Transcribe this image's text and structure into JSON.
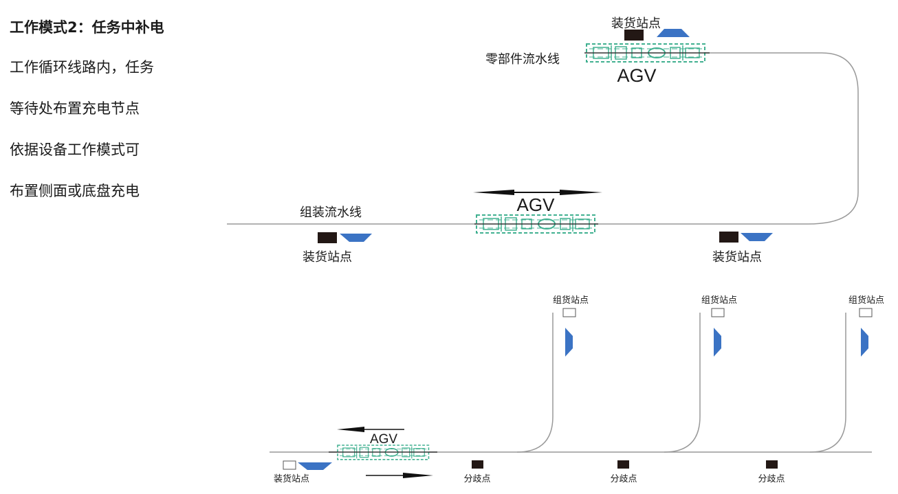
{
  "sidebar": {
    "title": "工作模式2：任务中补电",
    "lines": [
      "工作循环线路内，任务",
      "等待处布置充电节点",
      "依据设备工作模式可",
      "布置侧面或底盘充电"
    ]
  },
  "diagram1": {
    "top_station": "装货站点",
    "top_line": "零部件流水线",
    "top_agv": "AGV",
    "bottom_line": "组装流水线",
    "bottom_agv": "AGV",
    "left_station": "装货站点",
    "right_station": "装货站点"
  },
  "diagram2": {
    "agv": "AGV",
    "start_station": "装货站点",
    "branch_stations": [
      "组货站点",
      "组货站点",
      "组货站点"
    ],
    "branch_points": [
      "分歧点",
      "分歧点",
      "分歧点"
    ]
  },
  "colors": {
    "accent_blue": "#3b73c4",
    "station_block": "#231815",
    "agv_green": "#40b090",
    "track": "#999999"
  }
}
